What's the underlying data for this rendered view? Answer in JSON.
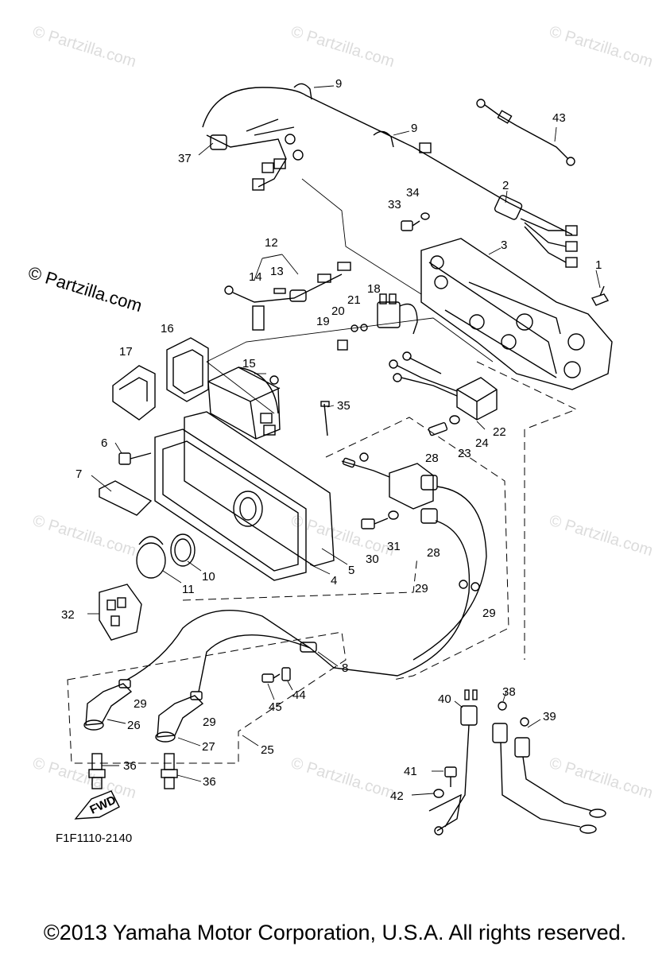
{
  "watermark": "© Partzilla.com",
  "diagram_code": "F1F1110-2140",
  "copyright": "©2013 Yamaha Motor Corporation, U.S.A. All rights reserved.",
  "fwd_label": "FWD",
  "callouts": {
    "c1": "1",
    "c2": "2",
    "c3": "3",
    "c4": "4",
    "c5": "5",
    "c6": "6",
    "c7": "7",
    "c8": "8",
    "c9a": "9",
    "c9b": "9",
    "c10": "10",
    "c11": "11",
    "c12": "12",
    "c13": "13",
    "c14": "14",
    "c15": "15",
    "c16": "16",
    "c17": "17",
    "c18": "18",
    "c19": "19",
    "c20": "20",
    "c21": "21",
    "c22": "22",
    "c23": "23",
    "c24": "24",
    "c25": "25",
    "c26": "26",
    "c27": "27",
    "c28a": "28",
    "c28b": "28",
    "c29a": "29",
    "c29b": "29",
    "c29c": "29",
    "c29d": "29",
    "c30": "30",
    "c31": "31",
    "c32": "32",
    "c33": "33",
    "c34": "34",
    "c35": "35",
    "c36a": "36",
    "c36b": "36",
    "c37": "37",
    "c38": "38",
    "c39": "39",
    "c40": "40",
    "c41": "41",
    "c42": "42",
    "c43": "43",
    "c44": "44",
    "c45": "45"
  }
}
